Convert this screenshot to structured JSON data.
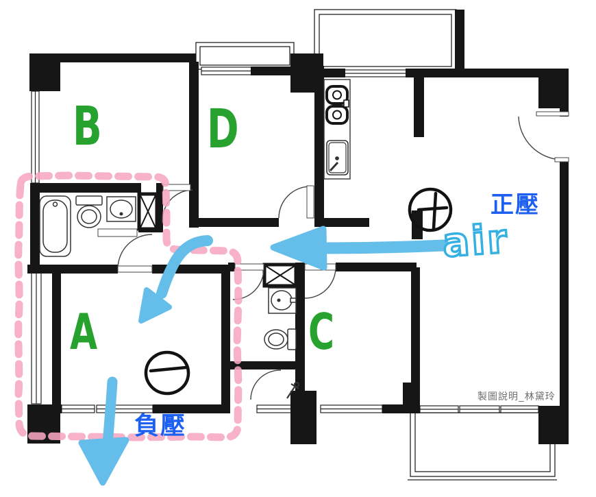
{
  "page": {
    "description": "Apartment floor plan with hand-drawn air-flow pressure annotations",
    "background_color": "#ffffff"
  },
  "rooms": {
    "b": {
      "label": "B"
    },
    "d": {
      "label": "D"
    },
    "a": {
      "label": "A"
    },
    "c": {
      "label": "C"
    },
    "label_color": "#28a22e"
  },
  "annotations": {
    "positive_pressure": {
      "label": "正壓",
      "symbol": "+",
      "color": "#1c5ff1"
    },
    "negative_pressure": {
      "label": "負壓",
      "symbol": "−",
      "color": "#1c5ff1"
    },
    "air": {
      "label": "air",
      "outline_color": "#35b0e2",
      "fill_color": "#ffffff"
    },
    "flow_arrow_color": "#64bee9",
    "zone_outline_color": "#f6a7c3",
    "hand_circle_color": "#121212"
  },
  "signature": {
    "label": "製圖說明_林黛玲",
    "color": "#6f6f6f"
  }
}
